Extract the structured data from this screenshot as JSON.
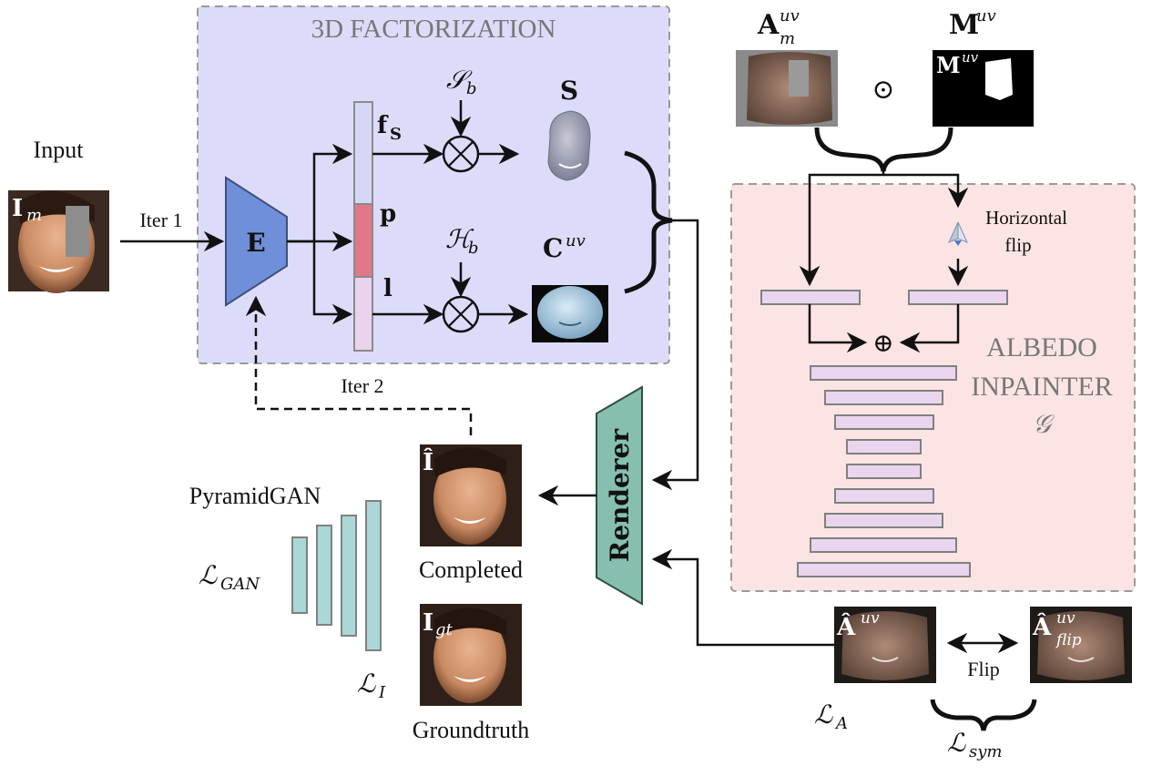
{
  "factorization": {
    "title": "3D FACTORIZATION"
  },
  "inpainter": {
    "title_line1": "ALBEDO",
    "title_line2": "INPAINTER",
    "symbol": "𝒢"
  },
  "labels": {
    "input": "Input",
    "input_image": "I",
    "input_image_sub": "m",
    "iter1": "Iter 1",
    "iter2": "Iter 2",
    "encoder": "E",
    "fs": "f",
    "fs_sub": "S",
    "p": "p",
    "l": "l",
    "shape_basis": "𝒮",
    "shape_basis_sub": "b",
    "color_basis": "ℋ",
    "color_basis_sub": "b",
    "shape": "S",
    "color": "C",
    "color_sup": "uv",
    "albedo_masked": "A",
    "albedo_masked_sup": "uv",
    "albedo_masked_sub": "m",
    "mask": "M",
    "mask_sup": "uv",
    "odot": "⊙",
    "oplus": "⊕",
    "otimes": "⊗",
    "horizontal_flip_1": "Horizontal",
    "horizontal_flip_2": "flip",
    "renderer": "Renderer",
    "completed_image": "Î",
    "completed": "Completed",
    "gt_image": "I",
    "gt_image_sub": "gt",
    "groundtruth": "Groundtruth",
    "pyramidgan": "PyramidGAN",
    "loss_gan": "ℒ",
    "loss_gan_sub": "GAN",
    "loss_i": "ℒ",
    "loss_i_sub": "I",
    "albedo_hat": "Â",
    "albedo_hat_sup": "uv",
    "albedo_flip": "Â",
    "albedo_flip_sup": "uv",
    "albedo_flip_sub": "flip",
    "flip": "Flip",
    "loss_a": "ℒ",
    "loss_a_sub": "A",
    "loss_sym": "ℒ",
    "loss_sym_sub": "sym"
  },
  "colors": {
    "factorization_bg": "#dcdcfa",
    "inpainter_bg": "#fce4e4",
    "encoder": "#6f8fd8",
    "renderer": "#86bfaf",
    "feature_fs": "#d6d6f5",
    "feature_p": "#e0788a",
    "feature_l": "#e8d4ec",
    "layer_bar": "#e9d6ee",
    "pyramid_bar": "#a9d8d6"
  }
}
